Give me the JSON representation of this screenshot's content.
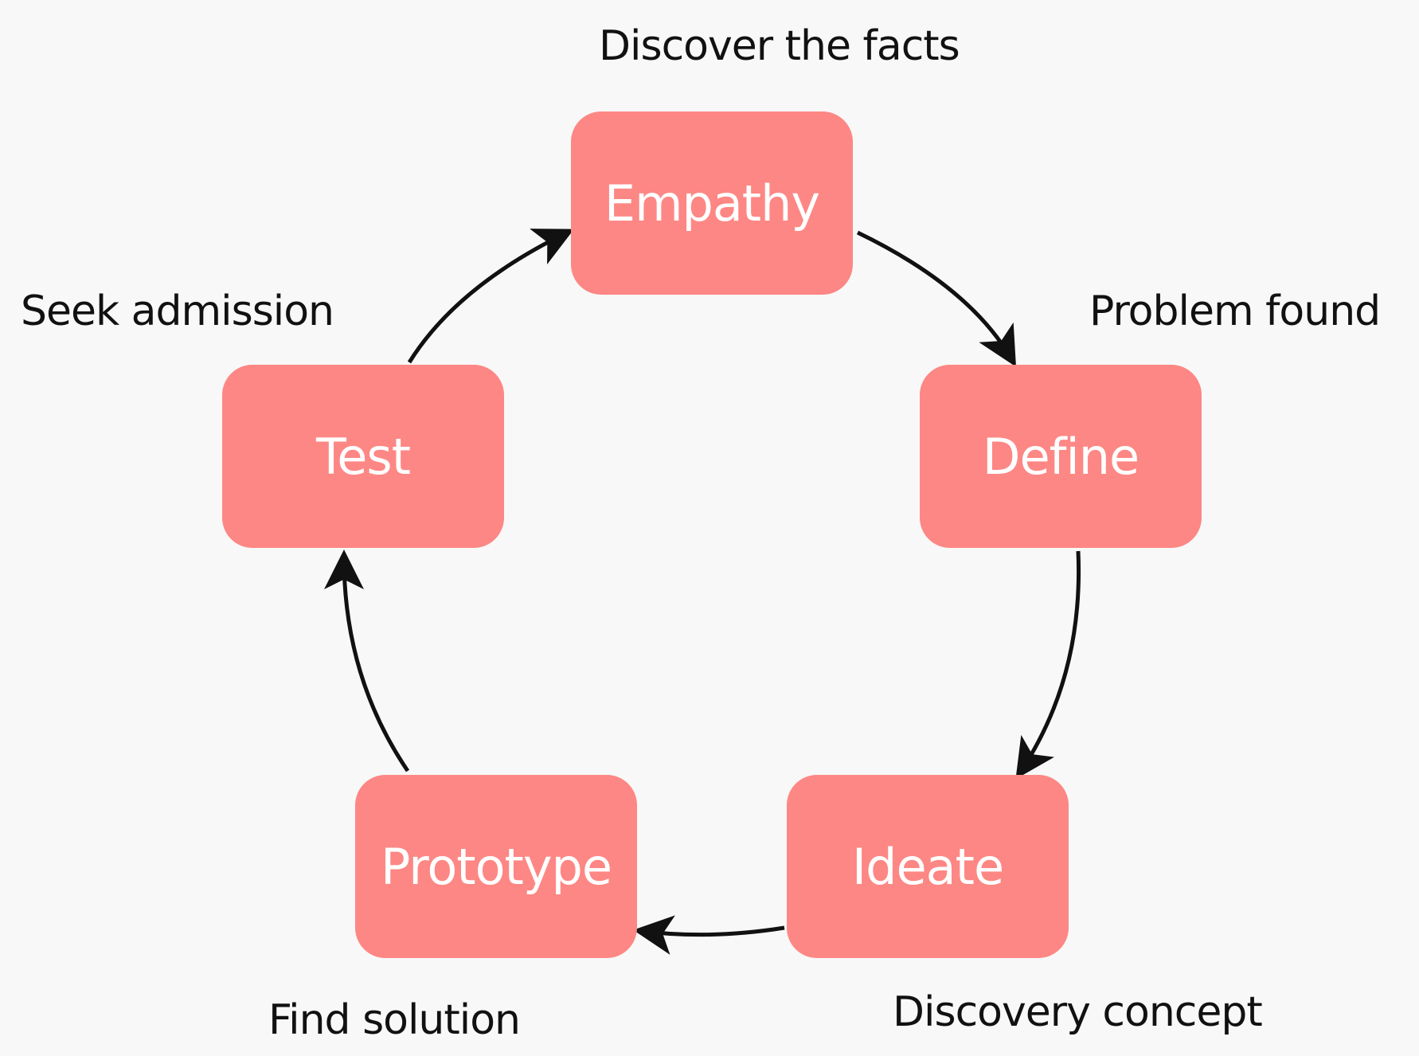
{
  "diagram": {
    "type": "cycle",
    "colors": {
      "box_fill": "#fd8784",
      "box_text": "#ffffff",
      "caption_text": "#111111",
      "arrow": "#111111",
      "background": "#f8f8f8"
    },
    "stages": [
      {
        "id": "empathy",
        "label": "Empathy",
        "caption": "Discover the facts"
      },
      {
        "id": "define",
        "label": "Define",
        "caption": "Problem found"
      },
      {
        "id": "ideate",
        "label": "Ideate",
        "caption": "Discovery concept"
      },
      {
        "id": "prototype",
        "label": "Prototype",
        "caption": "Find solution"
      },
      {
        "id": "test",
        "label": "Test",
        "caption": "Seek admission"
      }
    ],
    "flow": [
      {
        "from": "empathy",
        "to": "define"
      },
      {
        "from": "define",
        "to": "ideate"
      },
      {
        "from": "ideate",
        "to": "prototype"
      },
      {
        "from": "prototype",
        "to": "test"
      },
      {
        "from": "test",
        "to": "empathy"
      }
    ]
  }
}
